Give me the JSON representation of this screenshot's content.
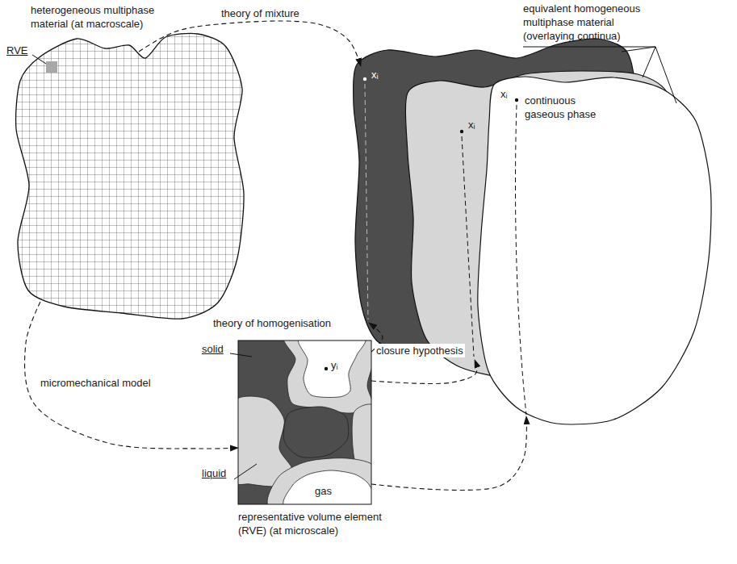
{
  "diagram": {
    "nodes": [
      {
        "text": [
          "heterogeneous multiphase material (at macroscale)"
        ]
      },
      {
        "text": [
          "xᵢ"
        ]
      },
      {
        "text": [
          "xᵢ"
        ]
      },
      {
        "text": [
          "xᵢ",
          "continuous gaseous phase"
        ]
      },
      {
        "text": [
          "representative volume element (RVE) (at microscale)",
          "yᵢ",
          "gas"
        ]
      }
    ],
    "edges": [
      {
        "from": 0,
        "to": 1,
        "label": "theory of mixture",
        "arrow": "to"
      },
      {
        "from": 0,
        "to": 4,
        "label": "micromechanical model",
        "arrow": "to"
      },
      {
        "from": 4,
        "to": 1,
        "label": "theory of homogenisation",
        "arrow": "to"
      },
      {
        "from": 4,
        "to": 2,
        "label": "closure hypothesis",
        "arrow": "to"
      },
      {
        "from": 4,
        "to": 3,
        "arrow": "to"
      }
    ],
    "labels": [
      "RVE",
      "equivalent homogeneous multiphase material (overlaying continua)",
      "solid",
      "liquid"
    ]
  }
}
